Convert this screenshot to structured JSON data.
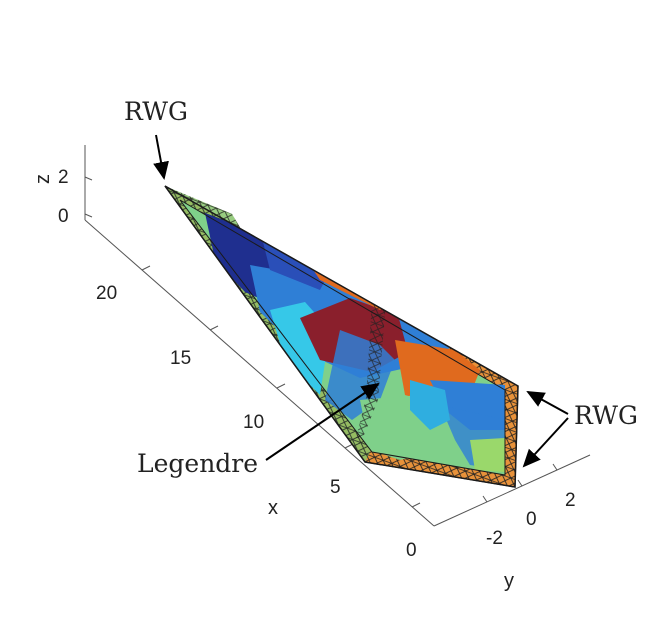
{
  "annotations": {
    "rwg_top": "RWG",
    "rwg_right": "RWG",
    "legendre": "Legendre"
  },
  "axes": {
    "x_label": "x",
    "y_label": "y",
    "z_label": "z",
    "x_ticks": [
      "0",
      "5",
      "10",
      "15",
      "20"
    ],
    "y_ticks": [
      "-2",
      "0",
      "2"
    ],
    "z_ticks": [
      "0",
      "2"
    ]
  },
  "colors": {
    "rwg_band": "#e8923a",
    "mesh_line": "#222222",
    "light_green": "#7fd08a",
    "dark_red": "#8a1f2c",
    "dark_blue": "#1f2f8f",
    "mid_blue": "#2f7fd6",
    "cyan": "#36c8e8",
    "orange": "#e06a1e"
  }
}
